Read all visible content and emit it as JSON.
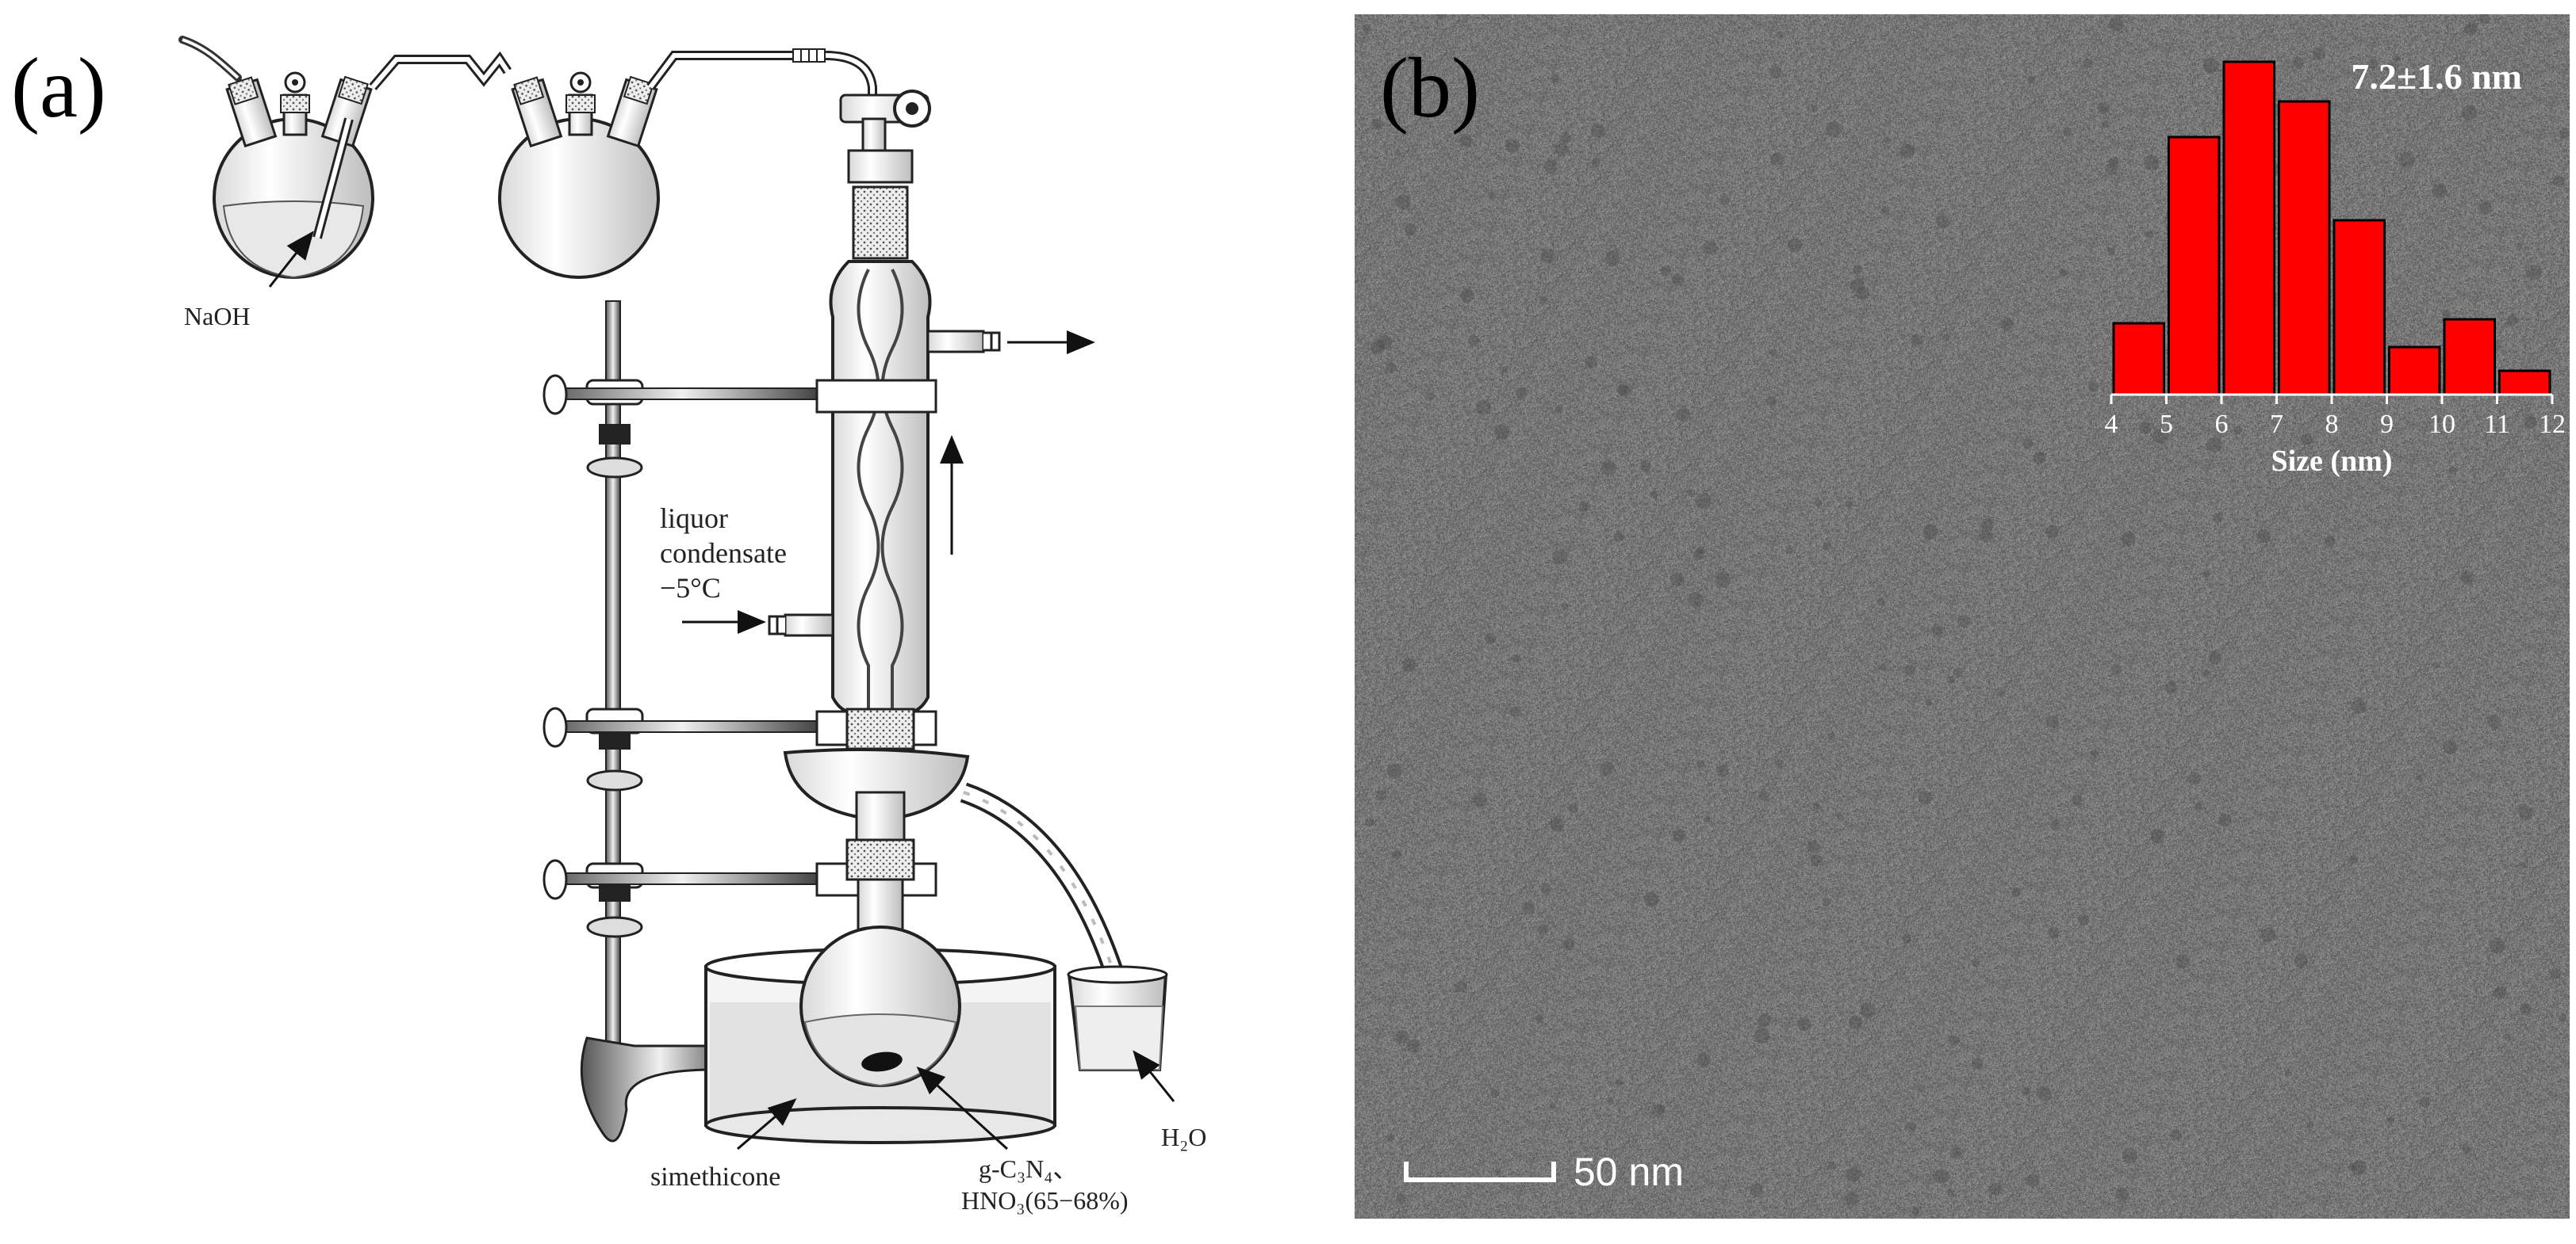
{
  "panel_a": {
    "letter": "(a)",
    "labels": {
      "naoh": "NaOH",
      "liquor_line1": "liquor",
      "liquor_line2": "condensate",
      "liquor_line3": "−5°C",
      "simethicone": "simethicone",
      "reactants_line1": "g-C₃N₄、",
      "reactants_line2": "HNO₃(65−68%)",
      "water": "H₂O"
    }
  },
  "panel_b": {
    "letter": "(b)",
    "scalebar_label": "50 nm",
    "inset_stat": "7.2±1.6 nm"
  },
  "colors": {
    "bar_fill": "#ff0000",
    "tem_background": "#8a8a8a"
  },
  "chart_data": {
    "type": "bar",
    "title": "",
    "xlabel": "Size (nm)",
    "ylabel": "",
    "bin_edges": [
      4,
      5,
      6,
      7,
      8,
      9,
      10,
      11,
      12
    ],
    "xticks": [
      "4",
      "5",
      "6",
      "7",
      "8",
      "9",
      "10",
      "11",
      "12"
    ],
    "values": [
      0.18,
      0.65,
      0.84,
      0.74,
      0.44,
      0.12,
      0.19,
      0.06
    ],
    "xlim": [
      4,
      12
    ],
    "ylim": [
      0,
      0.84
    ],
    "annotation": "7.2±1.6 nm",
    "grid": false,
    "legend": "none"
  }
}
